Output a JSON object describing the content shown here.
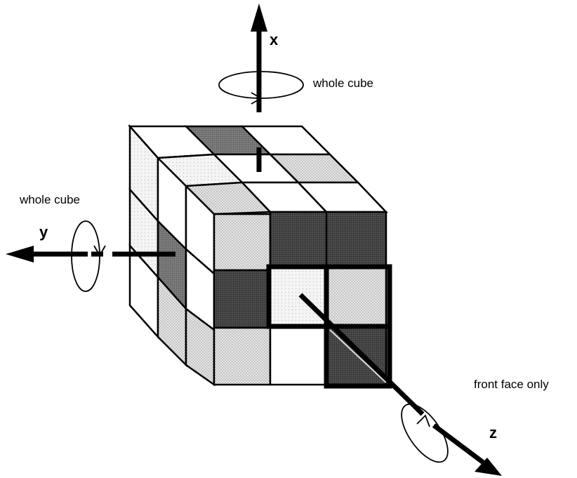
{
  "labels": {
    "x_axis": "x",
    "y_axis": "y",
    "z_axis": "z",
    "x_rotation": "whole cube",
    "y_rotation": "whole cube",
    "z_rotation": "front face only"
  },
  "colors": {
    "outline": "#000000",
    "white": "#ffffff",
    "light_gray": "#cfcfcf",
    "dark_gray": "#4a4a4a",
    "pale": "#ececec"
  }
}
